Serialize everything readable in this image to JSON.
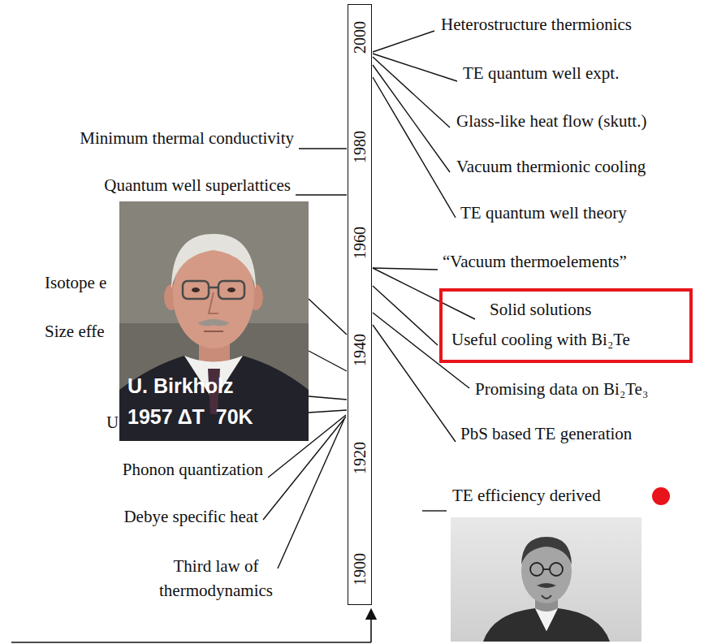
{
  "diagram": {
    "nodes": [
      {
        "text": [
          "2000",
          "1980",
          "1960",
          "1940",
          "1920",
          "1900"
        ]
      },
      {
        "text": [
          "Solid solutions",
          "Useful cooling with Bi₂Te"
        ]
      },
      {
        "text": [
          "U. Birkholz",
          "1957 ΔT  70K"
        ]
      }
    ],
    "labels": [
      "Heterostructure thermionics",
      "TE quantum well expt.",
      "Glass-like heat flow (skutt.)",
      "Vacuum thermionic cooling",
      "TE quantum well theory",
      "“Vacuum thermoelements”",
      "Promising data on Bi₂Te₃",
      "PbS based TE generation",
      "TE efficiency derived",
      "Minimum thermal conductivity",
      "Quantum well superlattices",
      "Isotope e",
      "Size effe",
      "U",
      "Phonon quantization",
      "Debye specific heat",
      "Third law of thermodynamics"
    ]
  }
}
